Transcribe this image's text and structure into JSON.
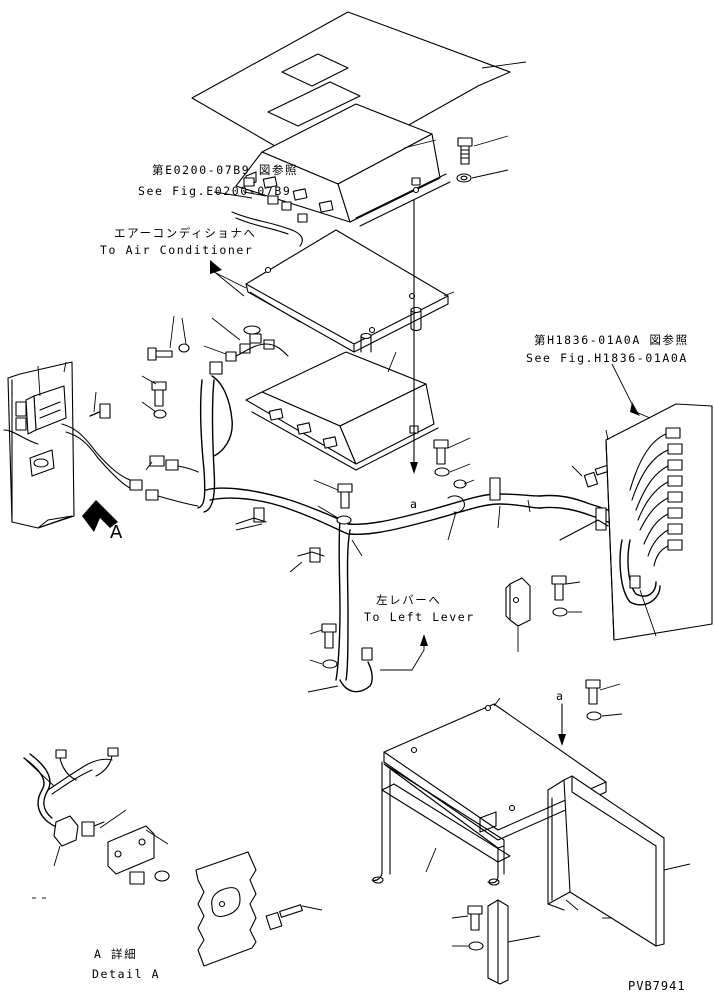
{
  "labels": {
    "ref_e0200_jp": "第E0200-07B9 図参照",
    "ref_e0200_en": "See Fig.E0200-07B9",
    "air_conditioner_jp": "エアーコンディショナへ",
    "air_conditioner_en": "To Air Conditioner",
    "ref_h1836_jp": "第H1836-01A0A 図参照",
    "ref_h1836_en": "See Fig.H1836-01A0A",
    "left_lever_jp": "左レバーへ",
    "left_lever_en": "To Left Lever",
    "view_a": "A",
    "mark_a_1": "a",
    "mark_a_2": "a",
    "detail_jp": "A 詳細",
    "detail_en": "Detail A",
    "drawing_id": "PVB7941"
  }
}
